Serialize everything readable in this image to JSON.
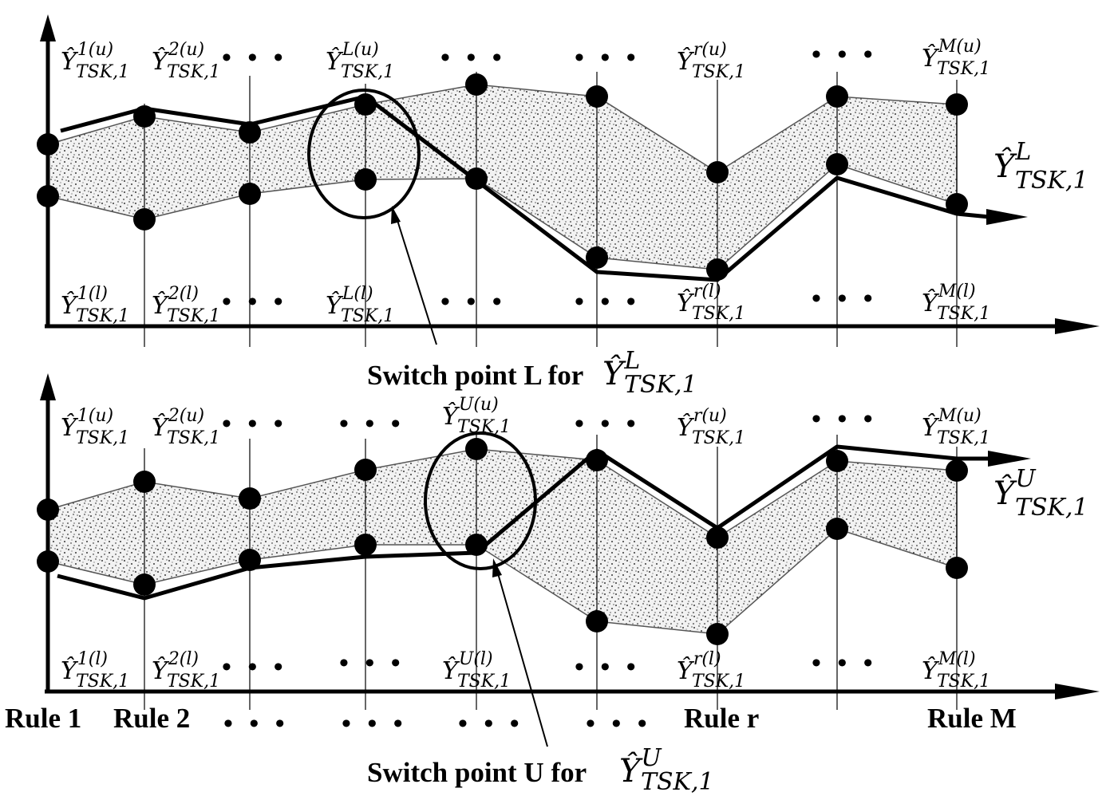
{
  "panel_top": {
    "upper_labels": [
      {
        "sup": "1(u)",
        "sub": "TSK,1"
      },
      {
        "sup": "2(u)",
        "sub": "TSK,1"
      },
      {
        "sup": "L(u)",
        "sub": "TSK,1"
      },
      {
        "sup": "r(u)",
        "sub": "TSK,1"
      },
      {
        "sup": "M(u)",
        "sub": "TSK,1"
      }
    ],
    "lower_labels": [
      {
        "sup": "1(l)",
        "sub": "TSK,1"
      },
      {
        "sup": "2(l)",
        "sub": "TSK,1"
      },
      {
        "sup": "L(l)",
        "sub": "TSK,1"
      },
      {
        "sup": "r(l)",
        "sub": "TSK,1"
      },
      {
        "sup": "M(l)",
        "sub": "TSK,1"
      }
    ],
    "output_label": {
      "sup": "L",
      "sub": "TSK,1"
    },
    "switch_text": "Switch point L for",
    "switch_sym": {
      "sup": "L",
      "sub": "TSK,1"
    }
  },
  "panel_bottom": {
    "upper_labels": [
      {
        "sup": "1(u)",
        "sub": "TSK,1"
      },
      {
        "sup": "2(u)",
        "sub": "TSK,1"
      },
      {
        "sup": "U(u)",
        "sub": "TSK,1"
      },
      {
        "sup": "r(u)",
        "sub": "TSK,1"
      },
      {
        "sup": "M(u)",
        "sub": "TSK,1"
      }
    ],
    "lower_labels": [
      {
        "sup": "1(l)",
        "sub": "TSK,1"
      },
      {
        "sup": "2(l)",
        "sub": "TSK,1"
      },
      {
        "sup": "U(l)",
        "sub": "TSK,1"
      },
      {
        "sup": "r(l)",
        "sub": "TSK,1"
      },
      {
        "sup": "M(l)",
        "sub": "TSK,1"
      }
    ],
    "output_label": {
      "sup": "U",
      "sub": "TSK,1"
    },
    "switch_text": "Switch point U for",
    "switch_sym": {
      "sup": "U",
      "sub": "TSK,1"
    }
  },
  "symbol_base": "Ŷ",
  "ellipsis": "• • •",
  "rule_labels": [
    "Rule 1",
    "Rule 2",
    "Rule r",
    "Rule M"
  ]
}
